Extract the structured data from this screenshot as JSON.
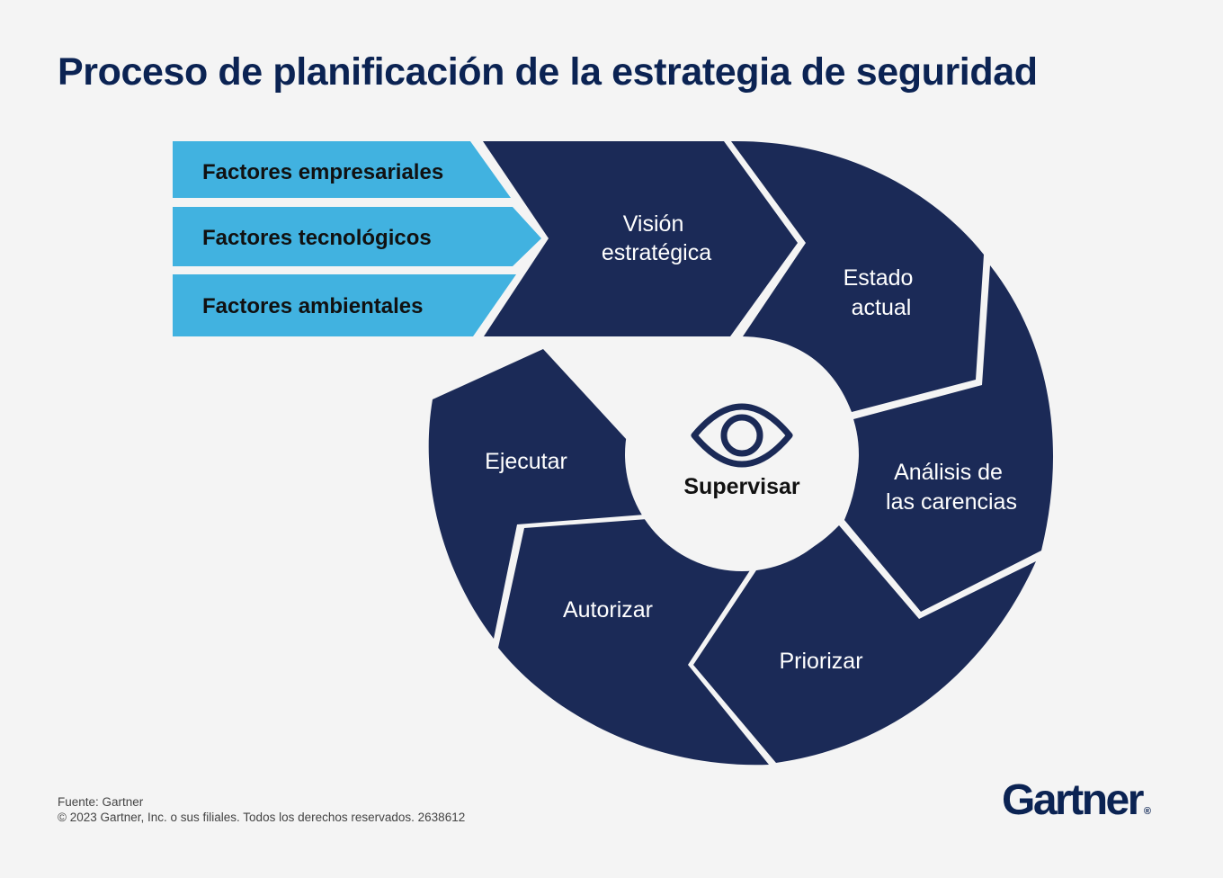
{
  "title": "Proceso de planificación de la estrategia de seguridad",
  "colors": {
    "navy": "#1b2a57",
    "light_blue": "#41b2e0",
    "title_navy": "#0b2353",
    "background": "#f4f4f4"
  },
  "diagram": {
    "inputs": [
      "Factores empresariales",
      "Factores tecnológicos",
      "Factores ambientales"
    ],
    "vision": [
      "Visión",
      "estratégica"
    ],
    "estado": [
      "Estado",
      "actual"
    ],
    "analisis": [
      "Análisis de",
      "las carencias"
    ],
    "priorizar": "Priorizar",
    "autorizar": "Autorizar",
    "ejecutar": "Ejecutar",
    "center": {
      "label": "Supervisar",
      "icon": "eye-icon"
    }
  },
  "footer": {
    "source": "Fuente: Gartner",
    "copyright": "© 2023 Gartner, Inc. o sus filiales. Todos los derechos reservados. 2638612"
  },
  "logo": {
    "name": "Gartner",
    "mark": "®"
  }
}
